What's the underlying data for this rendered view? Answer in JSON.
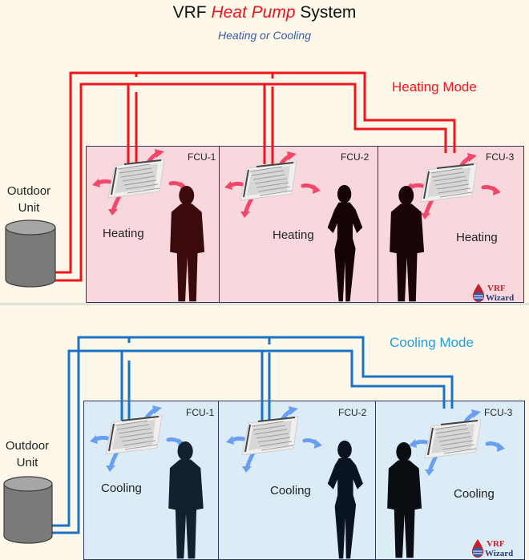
{
  "title": {
    "prefix": "VRF ",
    "highlight": "Heat Pump",
    "suffix": " System"
  },
  "subtitle": "Heating or Cooling",
  "colors": {
    "heat_pipe": "#f0141c",
    "cool_pipe": "#1a72c4",
    "heat_room": "#f8d8dc",
    "cool_room": "#dcecf6",
    "heat_arrow": "#f0486a",
    "cool_arrow": "#6a9ff0"
  },
  "heating": {
    "mode_label": "Heating Mode",
    "outdoor_unit": {
      "line1": "Outdoor",
      "line2": "Unit"
    },
    "rooms": [
      {
        "fcu": "FCU-1",
        "state": "Heating"
      },
      {
        "fcu": "FCU-2",
        "state": "Heating"
      },
      {
        "fcu": "FCU-3",
        "state": "Heating"
      }
    ],
    "logo": {
      "line1": "VRF",
      "line2": "Wizard"
    }
  },
  "cooling": {
    "mode_label": "Cooling Mode",
    "outdoor_unit": {
      "line1": "Outdoor",
      "line2": "Unit"
    },
    "rooms": [
      {
        "fcu": "FCU-1",
        "state": "Cooling"
      },
      {
        "fcu": "FCU-2",
        "state": "Cooling"
      },
      {
        "fcu": "FCU-3",
        "state": "Cooling"
      }
    ],
    "logo": {
      "line1": "VRF",
      "line2": "Wizard"
    }
  }
}
